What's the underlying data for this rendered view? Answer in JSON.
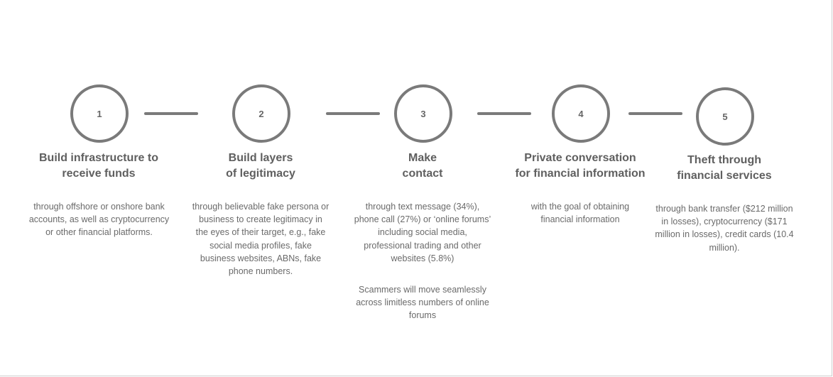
{
  "steps": [
    {
      "number": "1",
      "title": "Build infrastructure to\nreceive funds",
      "description": "through offshore or onshore bank accounts, as well as cryptocurrency or other financial platforms."
    },
    {
      "number": "2",
      "title": "Build layers\nof legitimacy",
      "description": "through believable fake persona or business to create legitimacy in the eyes of their target, e.g., fake social media profiles, fake business websites, ABNs, fake phone numbers."
    },
    {
      "number": "3",
      "title": "Make\ncontact",
      "description": "through text message (34%), phone call (27%) or ‘online forums’ including social media, professional trading and other websites (5.8%)",
      "note": "Scammers will move seamlessly across limitless numbers of online forums"
    },
    {
      "number": "4",
      "title": "Private conversation\nfor financial information",
      "description": "with the goal of obtaining financial information"
    },
    {
      "number": "5",
      "title": "Theft through\nfinancial services",
      "description": "through bank transfer ($212 million in losses), cryptocurrency ($171 million in losses), credit cards (10.4 million)."
    }
  ],
  "colors": {
    "circle_stroke": "#7a7a7a",
    "connector": "#7a7a7a",
    "title_text": "#5f5f5f",
    "body_text": "#6a6a6a"
  }
}
